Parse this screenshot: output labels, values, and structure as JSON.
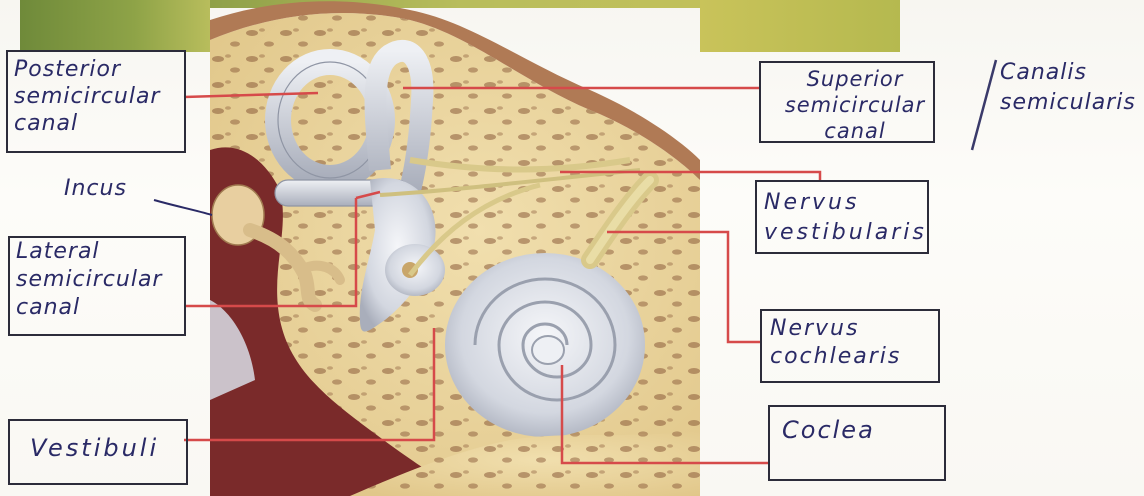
{
  "labels": {
    "posterior": "Posterior\nsemicircular\ncanal",
    "incus": "Incus",
    "lateral": "Lateral\nsemicircular\ncanal",
    "vestibuli": "Vestibuli",
    "superior": "Superior\nsemicircular\ncanal",
    "canalis": "Canalis\nsemicularis",
    "nervus_vestibularis": "Nervus\nvestibularis",
    "nervus_cochlearis": "Nervus\ncochlearis",
    "cochlea": "Coclea"
  },
  "colors": {
    "leader": "#d64a4a",
    "ink": "#2a2a66",
    "bone": "#e8d29a",
    "canal": "#d9dde6",
    "tissue": "#7a2a2a"
  }
}
